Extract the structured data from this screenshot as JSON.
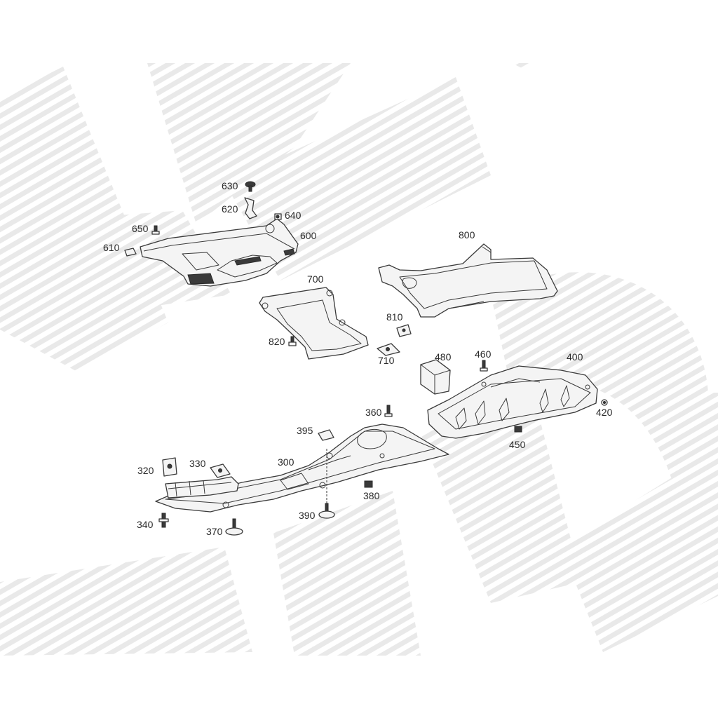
{
  "labels": {
    "p300": "300",
    "p320": "320",
    "p330": "330",
    "p340": "340",
    "p360": "360",
    "p370": "370",
    "p380": "380",
    "p390": "390",
    "p395": "395",
    "p400": "400",
    "p420": "420",
    "p450": "450",
    "p460": "460",
    "p480": "480",
    "p600": "600",
    "p610": "610",
    "p620": "620",
    "p630": "630",
    "p640": "640",
    "p650": "650",
    "p700": "700",
    "p710": "710",
    "p800": "800",
    "p810": "810",
    "p820": "820"
  },
  "colors": {
    "line": "#3a3a3a",
    "watermark": "#e9e9e9",
    "background": "#ffffff"
  }
}
